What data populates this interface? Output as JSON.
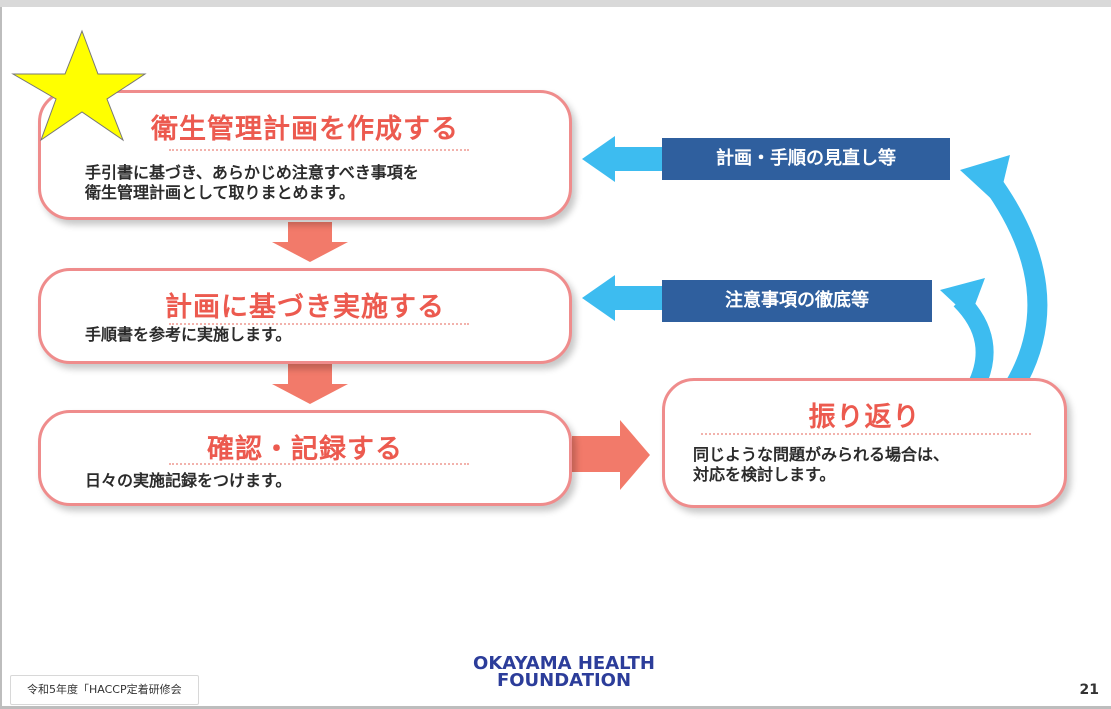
{
  "steps": {
    "plan": {
      "title": "衛生管理計画を作成する",
      "text_line1": "手引書に基づき、あらかじめ注意すべき事項を",
      "text_line2": "衛生管理計画として取りまとめます。"
    },
    "implement": {
      "title": "計画に基づき実施する",
      "text": "手順書を参考に実施します。"
    },
    "record": {
      "title": "確認・記録する",
      "text": "日々の実施記録をつけます。"
    },
    "review": {
      "title": "振り返り",
      "text_line1": "同じような問題がみられる場合は、",
      "text_line2": "対応を検討します。"
    }
  },
  "feedback_labels": {
    "plan_revision": "計画・手順の見直し等",
    "caution_thoroughness": "注意事項の徹底等"
  },
  "footer": {
    "event": "令和5年度「HACCP定着研修会",
    "logo_line1": "OKAYAMA HEALTH",
    "logo_line2": "FOUNDATION",
    "page_number": "21"
  },
  "colors": {
    "box_border": "#ef8c8c",
    "title_red": "#ec5a4f",
    "down_arrow": "#f27a6a",
    "label_blue": "#2f5f9e",
    "feedback_arrow": "#3dbcf0",
    "star": "#ffff00"
  }
}
